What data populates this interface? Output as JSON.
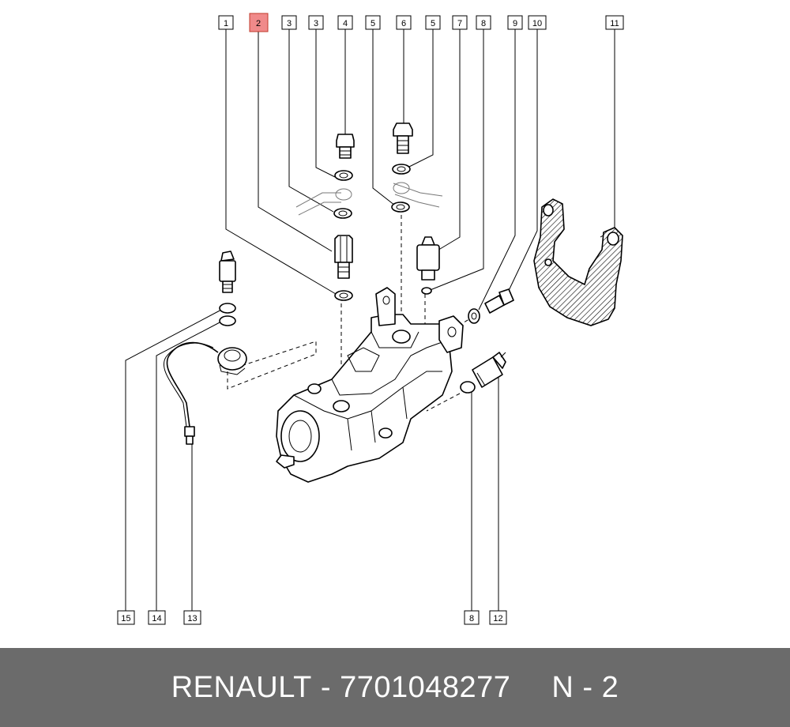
{
  "callouts": {
    "c1": "1",
    "c2": "2",
    "c3a": "3",
    "c3b": "3",
    "c4": "4",
    "c5a": "5",
    "c6": "6",
    "c5b": "5",
    "c7": "7",
    "c8a": "8",
    "c9": "9",
    "c10": "10",
    "c11": "11",
    "c15": "15",
    "c14": "14",
    "c13": "13",
    "c8b": "8",
    "c12": "12"
  },
  "highlight_color": "#f08a8a",
  "footer": {
    "brand": "RENAULT",
    "separator": " - ",
    "part_number": "7701048277",
    "position": "N - 2"
  }
}
